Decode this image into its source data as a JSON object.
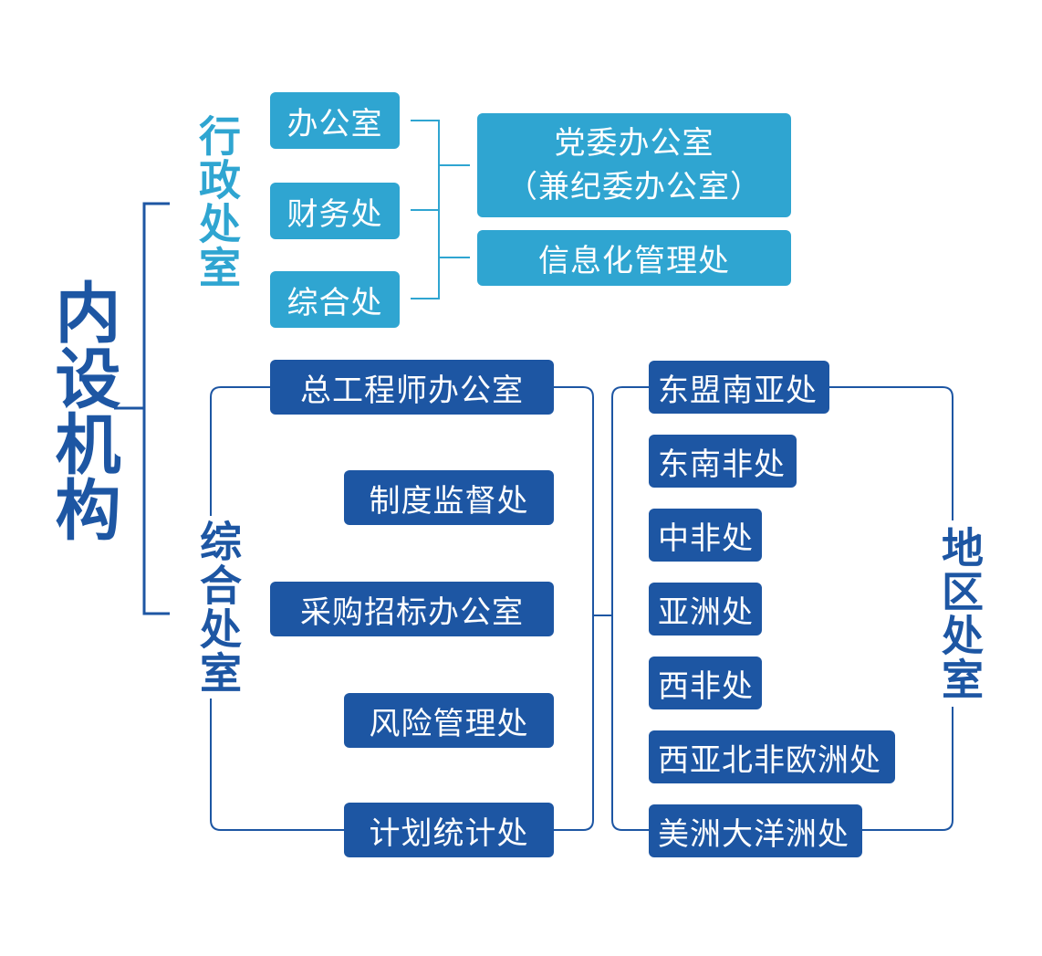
{
  "root_label": "内设机构",
  "groups": {
    "admin": {
      "label": "行政处室",
      "departments": [
        "办公室",
        "财务处",
        "综合处"
      ],
      "attached_units": {
        "party_office_line1": "党委办公室",
        "party_office_line2": "（兼纪委办公室）",
        "it_office": "信息化管理处"
      }
    },
    "comprehensive": {
      "label": "综合处室",
      "departments": [
        "总工程师办公室",
        "制度监督处",
        "采购招标办公室",
        "风险管理处",
        "计划统计处"
      ]
    },
    "regional": {
      "label": "地区处室",
      "departments": [
        "东盟南亚处",
        "东南非处",
        "中非处",
        "亚洲处",
        "西非处",
        "西亚北非欧洲处",
        "美洲大洋洲处"
      ]
    }
  },
  "colors": {
    "light_blue": "#2fa5d1",
    "dark_blue": "#1d56a3",
    "connector_light": "#2fa5d1",
    "connector_dark": "#1d56a3"
  }
}
